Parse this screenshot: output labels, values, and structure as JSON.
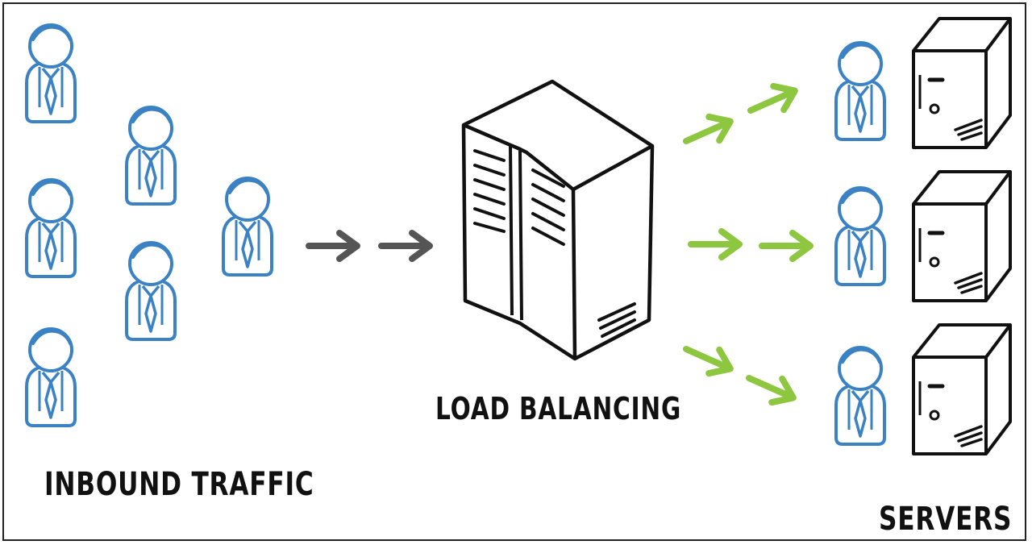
{
  "labels": {
    "inbound": "INBOUND TRAFFIC",
    "load_balancing": "LOAD BALANCING",
    "servers": "SERVERS"
  },
  "colors": {
    "user": "#3b82c4",
    "arrow_in": "#555555",
    "arrow_out": "#8dc63f",
    "outline": "#111111"
  },
  "icons": {
    "user": "user-icon",
    "load_balancer": "load-balancer-icon",
    "server": "server-icon",
    "arrow": "arrow-icon"
  }
}
